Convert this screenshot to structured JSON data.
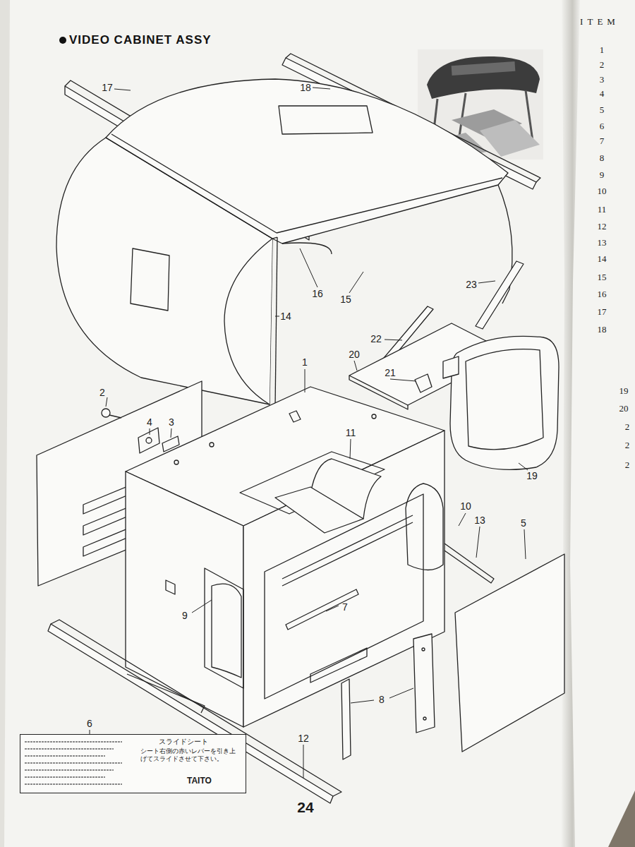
{
  "diagram": {
    "title": "VIDEO CABINET ASSY",
    "nodes": [
      {
        "text": [
          "スライドシート",
          "シート右側の赤いレバーを引き上げてスライドさせて下さい。",
          "TAITO"
        ]
      }
    ],
    "labels": [
      "17",
      "18",
      "1",
      "2",
      "3",
      "4",
      "5",
      "6",
      "7",
      "8",
      "9",
      "10",
      "11",
      "12",
      "13",
      "14",
      "15",
      "16",
      "19",
      "20",
      "21",
      "22",
      "23",
      "24",
      "ITEM",
      "1",
      "2",
      "3",
      "4",
      "5",
      "6",
      "7",
      "8",
      "9",
      "10",
      "11",
      "12",
      "13",
      "14",
      "15",
      "16",
      "17",
      "18",
      "19",
      "20",
      "2",
      "2",
      "2"
    ]
  }
}
